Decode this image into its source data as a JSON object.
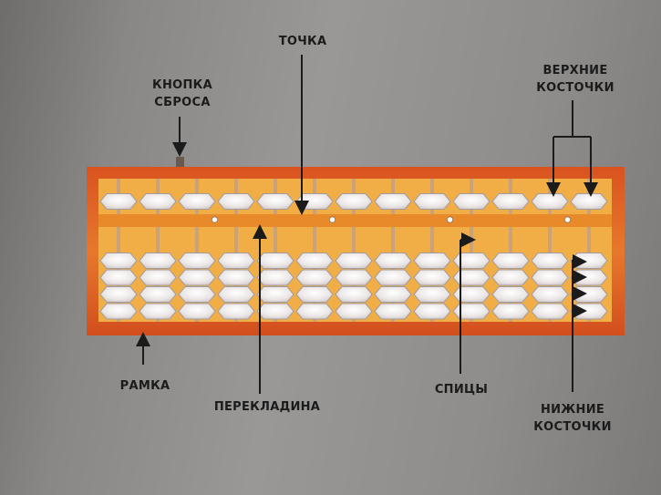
{
  "labels": {
    "reset_button": [
      "КНОПКА",
      "СБРОСА"
    ],
    "dot": "ТОЧКА",
    "upper_beads": [
      "ВЕРХНИЕ",
      "КОСТОЧКИ"
    ],
    "frame": "РАМКА",
    "crossbar": "ПЕРЕКЛАДИНА",
    "rods": "СПИЦЫ",
    "lower_beads": [
      "НИЖНИЕ",
      "КОСТОЧКИ"
    ]
  },
  "abacus": {
    "columns": 13,
    "upper_beads_per_column": 1,
    "lower_beads_per_column": 4,
    "dot_columns": [
      2,
      5,
      8,
      11
    ]
  },
  "colors": {
    "frame_outer": "#d9531f",
    "frame_inner": "#f0a23a",
    "crossbar": "#e98a2a",
    "rod": "#c9a27a",
    "bead": "#e9e4e4",
    "bead_edge": "#a59c9c",
    "arrow": "#1b1b1b"
  }
}
